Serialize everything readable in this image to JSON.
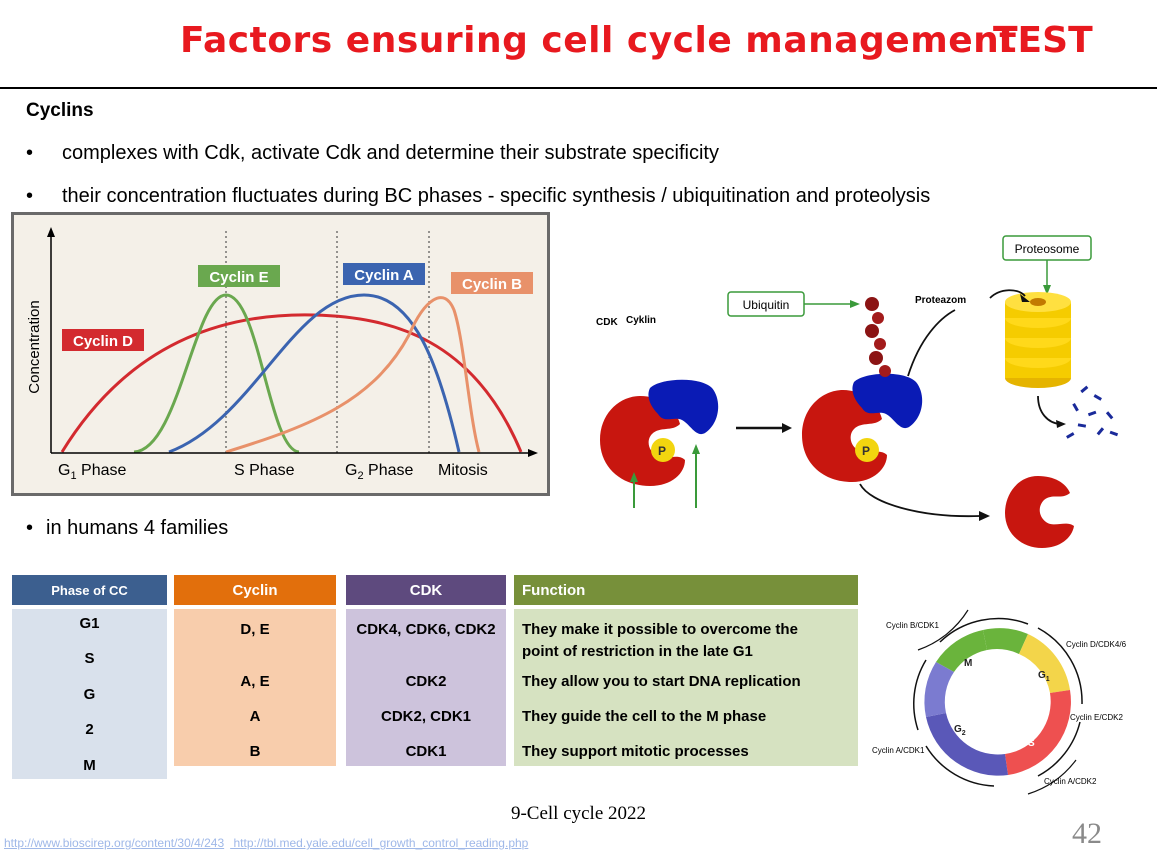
{
  "title": {
    "main": "Factors ensuring cell cycle management",
    "tag": "TEST"
  },
  "heading": "Cyclins",
  "bullets": [
    "complexes with Cdk, activate Cdk and determine their substrate specificity",
    "their concentration fluctuates during BC phases - specific synthesis / ubiquitination and proteolysis",
    "in humans 4 families"
  ],
  "bullet_symbol": "•",
  "chart": {
    "ylabel": "Concentration",
    "phases": [
      "G1 Phase",
      "S Phase",
      "G2 Phase",
      "Mitosis"
    ],
    "g1_base": "G",
    "g1_sub": "1",
    "g1_rest": " Phase",
    "g2_base": "G",
    "g2_sub": "2",
    "g2_rest": " Phase",
    "s_label": "S Phase",
    "m_label": "Mitosis",
    "series": [
      {
        "name": "Cyclin D",
        "color": "#d32a2f"
      },
      {
        "name": "Cyclin E",
        "color": "#6aa84f"
      },
      {
        "name": "Cyclin A",
        "color": "#3b64b0"
      },
      {
        "name": "Cyclin B",
        "color": "#e8916a"
      }
    ]
  },
  "diagram": {
    "cdk": "CDK",
    "cyklin": "Cyklin",
    "ubiquitin": "Ubiquitin",
    "proteazom": "Proteazom",
    "proteosome": "Proteosome",
    "p": "P"
  },
  "table": {
    "headers": {
      "phase": "Phase of CC",
      "cyclin": "Cyclin",
      "cdk": "CDK",
      "function": "Function"
    },
    "header_colors": {
      "phase": "#3c5f8f",
      "cyclin": "#e26f0c",
      "cdk": "#5e4a7e",
      "function": "#77903a"
    },
    "phases": [
      "G1",
      "S",
      "G",
      "2",
      "M"
    ],
    "rows": [
      {
        "cyclin": "D, E",
        "cdk": "CDK4, CDK6, CDK2",
        "function_l1": "They make it possible to overcome the",
        "function_l2": "point of restriction in the late G1"
      },
      {
        "cyclin": "A, E",
        "cdk": "CDK2",
        "function_l1": "They allow you to start DNA replication"
      },
      {
        "cyclin": "A",
        "cdk": "CDK2, CDK1",
        "function_l1": "They guide the cell to the M phase"
      },
      {
        "cyclin": "B",
        "cdk": "CDK1",
        "function_l1": "They support mitotic processes"
      }
    ]
  },
  "wheel": {
    "labels": [
      "Cyclin B/CDK1",
      "Cyclin D/CDK4/6",
      "Cyclin E/CDK2",
      "Cyclin A/CDK2",
      "Cyclin A/CDK1"
    ],
    "segments": [
      "M",
      "G",
      "1",
      "S",
      "G",
      "2"
    ]
  },
  "footer": "9-Cell cycle 2022",
  "page_number": "42",
  "links": [
    "http://www.bioscirep.org/content/30/4/243",
    "http://tbl.med.yale.edu/cell_growth_control_reading.php"
  ]
}
